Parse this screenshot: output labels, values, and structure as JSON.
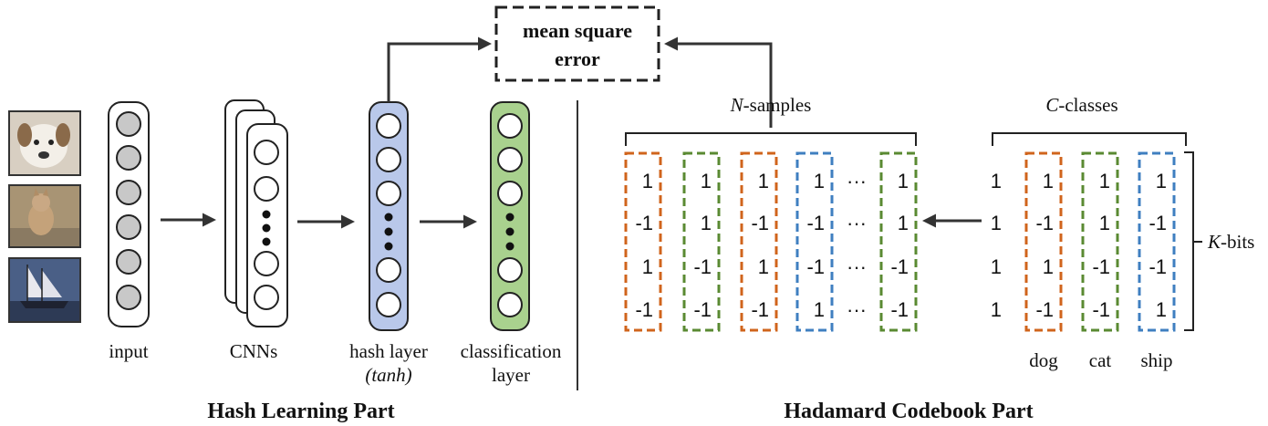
{
  "labels": {
    "input": "input",
    "cnns": "CNNs",
    "hash_layer": "hash layer",
    "tanh": "(tanh)",
    "classification": "classification",
    "layer": "layer",
    "mse_line1": "mean square",
    "mse_line2": "error",
    "n_samples_italic": "N",
    "n_samples_rest": "-samples",
    "c_classes_italic": "C",
    "c_classes_rest": "-classes",
    "k_bits_italic": "K",
    "k_bits_rest": "-bits",
    "dog": "dog",
    "cat": "cat",
    "ship": "ship",
    "ellipsis": "···"
  },
  "sections": {
    "left_title": "Hash Learning Part",
    "right_title": "Hadamard Codebook Part"
  },
  "colors": {
    "orange": "#d0641c",
    "green": "#5a8a32",
    "blue": "#3f7fc0",
    "hash_fill": "#b9c8ea",
    "class_fill": "#a9d18e"
  },
  "sample_columns": [
    {
      "color": "orange",
      "values": [
        "1",
        "-1",
        "1",
        "-1"
      ]
    },
    {
      "color": "green",
      "values": [
        "1",
        "1",
        "-1",
        "-1"
      ]
    },
    {
      "color": "orange",
      "values": [
        "1",
        "-1",
        "1",
        "-1"
      ]
    },
    {
      "color": "blue",
      "values": [
        "1",
        "-1",
        "-1",
        "1"
      ]
    },
    {
      "color": "green",
      "values": [
        "1",
        "1",
        "-1",
        "-1"
      ]
    }
  ],
  "codebook_first_column": [
    "1",
    "1",
    "1",
    "1"
  ],
  "class_columns": [
    {
      "color": "orange",
      "name": "dog",
      "values": [
        "1",
        "-1",
        "1",
        "-1"
      ]
    },
    {
      "color": "green",
      "name": "cat",
      "values": [
        "1",
        "1",
        "-1",
        "-1"
      ]
    },
    {
      "color": "blue",
      "name": "ship",
      "values": [
        "1",
        "-1",
        "-1",
        "1"
      ]
    }
  ],
  "images": [
    {
      "icon": "dog-photo-icon"
    },
    {
      "icon": "cat-photo-icon"
    },
    {
      "icon": "ship-photo-icon"
    }
  ]
}
